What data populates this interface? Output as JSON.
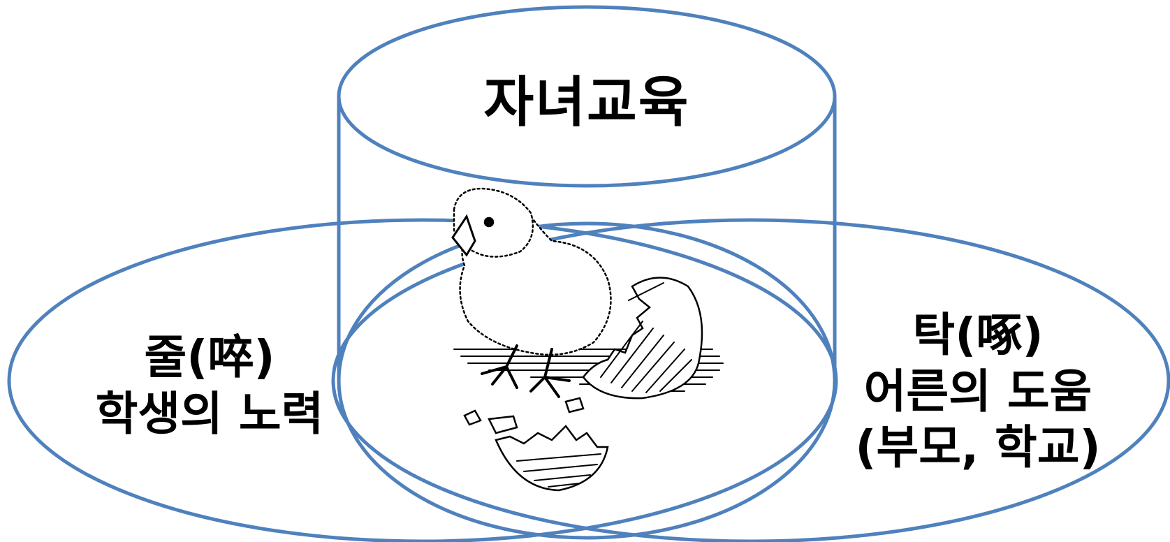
{
  "colors": {
    "outline": "#4f81bd",
    "text": "#000000",
    "background": "#ffffff"
  },
  "cylinder": {
    "top_label": "자녀교육"
  },
  "left_ellipse": {
    "line1": "줄(啐)",
    "line2": "학생의 노력"
  },
  "right_ellipse": {
    "line1": "탁(啄)",
    "line2": "어른의 도움",
    "line3": "(부모, 학교)"
  },
  "illustration": {
    "icon": "hatching-chick-icon"
  }
}
